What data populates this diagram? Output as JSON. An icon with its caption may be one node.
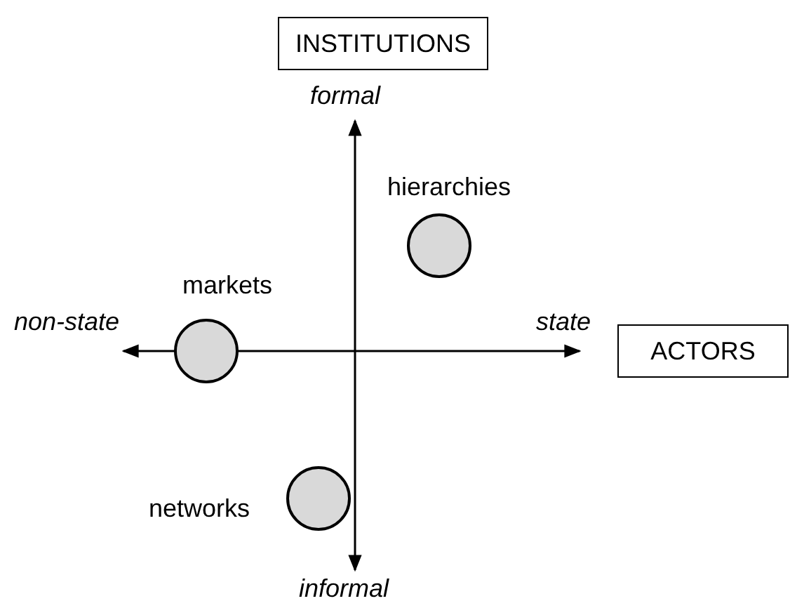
{
  "diagram": {
    "nodes": [
      {
        "text": [
          "INSTITUTIONS"
        ]
      },
      {
        "text": [
          "ACTORS"
        ]
      },
      {
        "text": [
          "hierarchies"
        ]
      },
      {
        "text": [
          "markets"
        ]
      },
      {
        "text": [
          "networks"
        ]
      }
    ],
    "labels": [
      "formal",
      "non-state",
      "state",
      "informal"
    ]
  }
}
